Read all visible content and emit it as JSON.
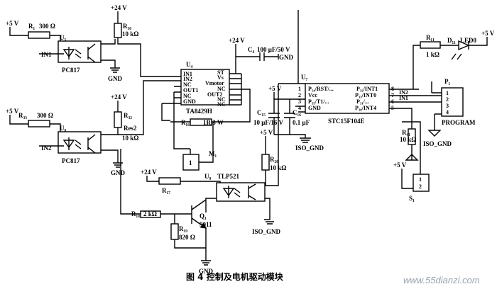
{
  "labels": {
    "v5": "+5 V",
    "v24": "+24 V",
    "r1": "R₁",
    "r1_val": "300 Ω",
    "r33": "R₃₃",
    "r33_val": "300 Ω",
    "u5": "U₅",
    "u8": "U₈",
    "in1": "IN1",
    "in2": "IN2",
    "pc817": "PC817",
    "gnd": "GND",
    "r_top": "R₁₀",
    "r_top_val": "10 kΩ",
    "r_mid": "R₃₂",
    "r_mid_name": "Res2",
    "r_mid_val": "10 kΩ",
    "u4": "U₄",
    "ta_pins_l": [
      "IN1",
      "IN2",
      "NC",
      "OUT1",
      "NC",
      "GND"
    ],
    "ta_pins_r": [
      "ST",
      "Vs",
      "Vmotor",
      "NC",
      "OUT2",
      "NC",
      "NC"
    ],
    "ta8429h": "TA8429H",
    "r_1r": "1R  3 W",
    "r_1r_ref": "R₁₆",
    "m1": "M₁",
    "cap_top": "100 μF/50 V",
    "c_ref": "C₄",
    "cap_gnd": "GND",
    "u9": "U₉",
    "tlp521": "TLP521",
    "r17": "R₁₇",
    "r18": "R₁₈",
    "r18_val": "2 kΩ",
    "r19": "R₁₉",
    "r19_val": "820 Ω",
    "q1": "Q₁",
    "q1_val": "9011",
    "c15": "C₁₅",
    "c16": "C₁₆",
    "c15_val": "10 μF/16 V",
    "c16_val": "0.1 μF",
    "iso_gnd": "ISO_GND",
    "r20": "R₂₀",
    "r20_val": "10 kΩ",
    "u7": "U₇",
    "stc_pins_l": [
      "P₅₄/RST/...",
      "Vcc",
      "P₅₅/T1/...",
      "GND"
    ],
    "stc_pins_r": [
      "P₃₂/INT1",
      "P₃₃/INT0",
      "P₃₁/...",
      "P₃₀/INT4"
    ],
    "stc_nums_l": [
      "1",
      "2",
      "3",
      "4"
    ],
    "stc_nums_r": [
      "8",
      "7",
      "6",
      "5"
    ],
    "stc_net_r": [
      "IN2",
      "IN1"
    ],
    "stc15": "STC15F104E",
    "r11": "R₁₁",
    "r11_val": "1 kΩ",
    "d11": "D₁₁",
    "led0": "LED0",
    "p1": "P₁",
    "p1_pins": [
      "1",
      "2",
      "3",
      "4"
    ],
    "program": "PROGRAM",
    "r41": "R₄₁",
    "r41_val": "10 kΩ",
    "s1": "S₁",
    "s1_pins": [
      "1",
      "2"
    ],
    "caption": "图 4   控制及电机驱动模块",
    "watermark": "www.55dianzi.com"
  }
}
